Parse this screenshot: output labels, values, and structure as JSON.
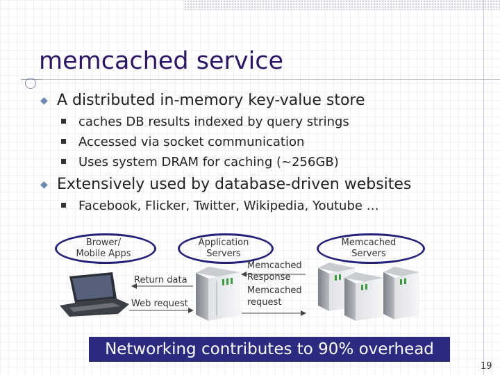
{
  "title": "memcached service",
  "bullets": [
    {
      "text": "A distributed in-memory key-value store",
      "subs": [
        "caches DB results indexed by query strings",
        "Accessed via socket communication",
        "Uses system DRAM for caching (~256GB)"
      ]
    },
    {
      "text": "Extensively used by database-driven websites",
      "subs": [
        "Facebook, Flicker, Twitter, Wikipedia, Youtube …"
      ]
    }
  ],
  "diagram": {
    "client_line1": "Brower/",
    "client_line2": "Mobile Apps",
    "app_line1": "Application",
    "app_line2": "Servers",
    "mem_line1": "Memcached",
    "mem_line2": "Servers",
    "return_data": "Return data",
    "web_request": "Web request",
    "memcached_response_1": "Memcached",
    "memcached_response_2": "Response",
    "memcached_request_1": "Memcached",
    "memcached_request_2": "request"
  },
  "banner": "Networking contributes to 90% overhead",
  "page_number": "19",
  "colors": {
    "title": "#2c1567",
    "banner_bg": "#2b2b82",
    "ellipse": "#22227a"
  }
}
